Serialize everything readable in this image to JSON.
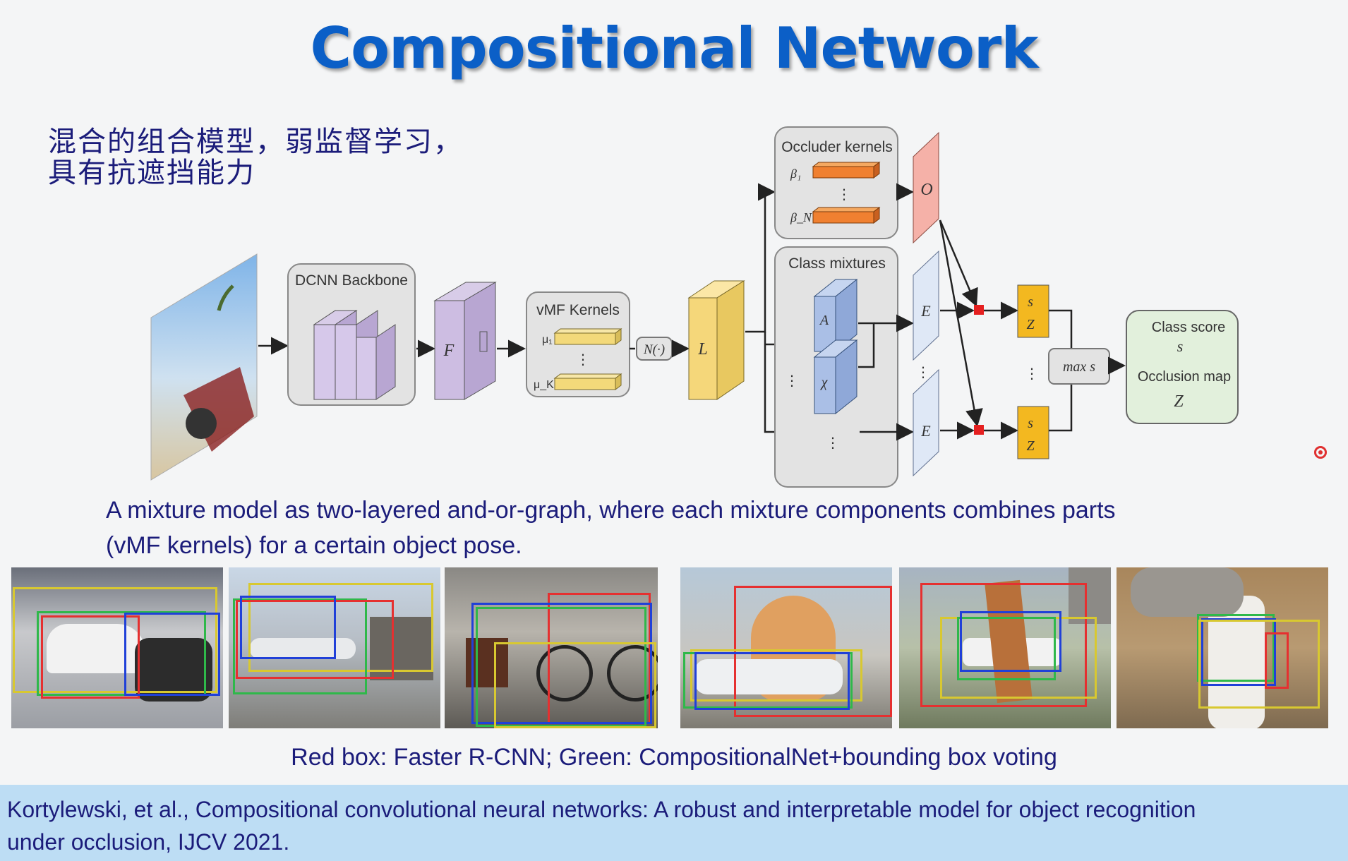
{
  "title": "Compositional Network",
  "subtitle_zh": {
    "line1": "混合的组合模型，弱监督学习，",
    "line2": "具有抗遮挡能力"
  },
  "diagram": {
    "backbone_label": "DCNN Backbone",
    "feature_label": "F",
    "vmf_label": "vMF Kernels",
    "mu_1": "μ₁",
    "mu_k": "μ_K",
    "norm_label": "N(·)",
    "likelihood_label": "L",
    "occluder_label": "Occluder kernels",
    "beta_1": "β₁",
    "beta_n": "β_N",
    "occlusion_label": "O",
    "class_mixtures_label": "Class mixtures",
    "mixture_a": "A",
    "mixture_chi": "χ",
    "e_top": "E",
    "e_bottom": "E",
    "sz_top_s": "s",
    "sz_top_z": "Z",
    "sz_bot_s": "s",
    "sz_bot_z": "Z",
    "max_label": "max s",
    "class_score_label": "Class score",
    "class_score_sym": "s",
    "occlusion_map_label": "Occlusion map",
    "occlusion_map_sym": "Z",
    "dots": "⋮"
  },
  "description": {
    "line1": "A mixture model as two-layered and-or-graph, where each mixture components combines parts",
    "line2": "(vMF kernels) for a certain object pose."
  },
  "caption": "Red box: Faster R-CNN; Green: CompositionalNet+bounding box voting",
  "citation": {
    "line1": "Kortylewski, et al., Compositional convolutional neural networks: A robust and interpretable model for object recognition",
    "line2": "under occlusion,  IJCV 2021."
  },
  "colors": {
    "title": "#0b5fc7",
    "text": "#1b1c7a",
    "citation_bg": "#bdddf4",
    "box_red": "#e53030",
    "box_green": "#2fb84a",
    "box_blue": "#2040d8",
    "box_yellow": "#d8c830"
  }
}
